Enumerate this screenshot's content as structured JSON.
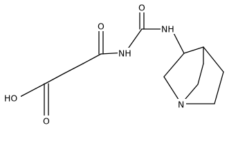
{
  "molecule": {
    "atoms": {
      "ho": "HO",
      "o_acid": "O",
      "o_amide": "O",
      "nh_imide": "NH",
      "o_urea": "O",
      "nh_urea": "NH",
      "n_ring": "N"
    }
  }
}
